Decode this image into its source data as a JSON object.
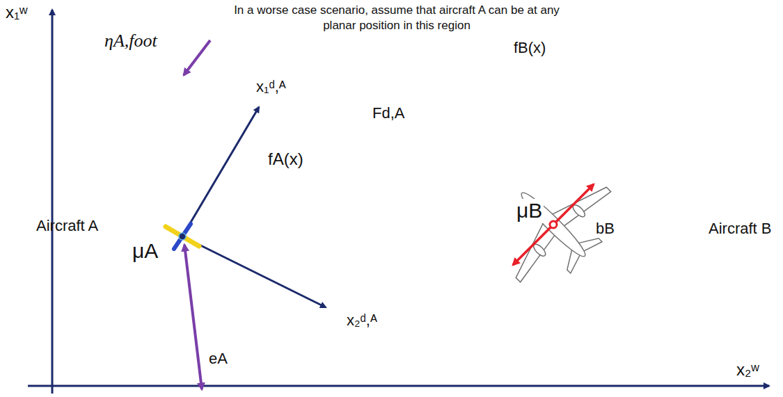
{
  "diagram": {
    "nodes": [
      {
        "text": [
          "ηA,foot",
          "Aircraft A"
        ]
      },
      {
        "text": [
          "fA(x)",
          "μA"
        ],
        "in": 0
      },
      {
        "text": [
          "fB(x)",
          "μB",
          "bB"
        ]
      }
    ],
    "labels": [
      "In a worse case scenario, assume that aircraft A can be at any planar position in this region",
      "x₁ʷ",
      "x₁ᵈ,ᴬ",
      "Fd,A",
      "x₂ᵈ,ᴬ",
      "eA",
      "Aircraft B",
      "x₂ʷ"
    ]
  }
}
